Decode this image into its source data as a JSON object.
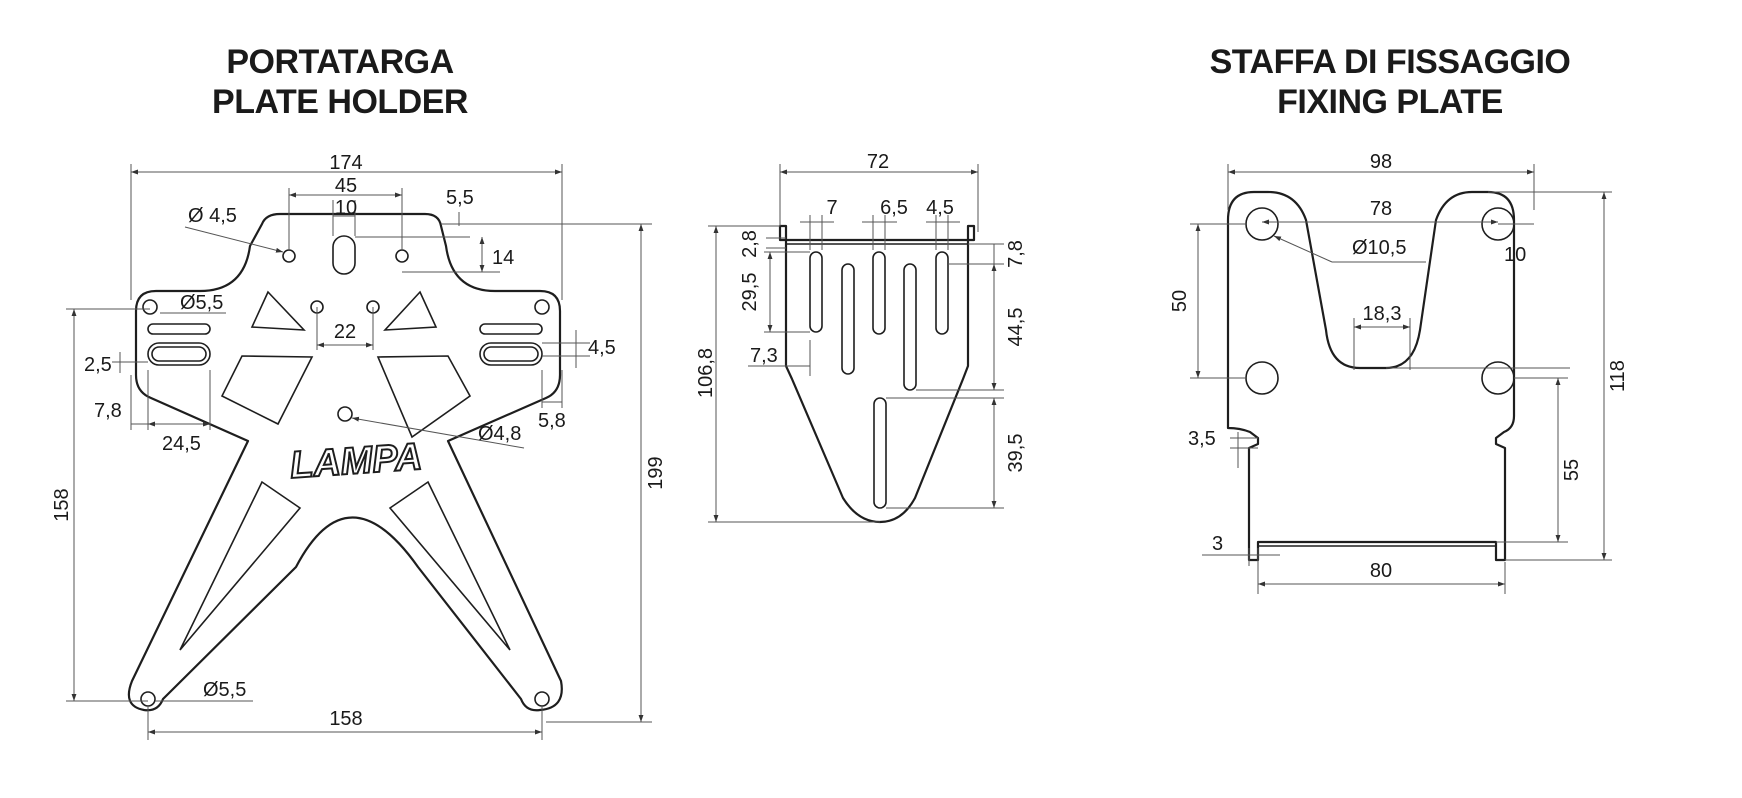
{
  "titles": {
    "left_line1": "PORTATARGA",
    "left_line2": "PLATE HOLDER",
    "right_line1": "STAFFA DI FISSAGGIO",
    "right_line2": "FIXING PLATE"
  },
  "logo": "LAMPA",
  "plate_holder": {
    "w174": "174",
    "w45": "45",
    "w10": "10",
    "d4_5": "Ø 4,5",
    "w5_5": "5,5",
    "h14": "14",
    "d5_5_top": "Ø5,5",
    "h2_5": "2,5",
    "w22": "22",
    "h4_5": "4,5",
    "w7_8": "7,8",
    "w24_5": "24,5",
    "d4_8": "Ø4,8",
    "w5_8": "5,8",
    "h158": "158",
    "h199": "199",
    "d5_5_bottom": "Ø5,5",
    "w158": "158"
  },
  "plate_side": {
    "w72": "72",
    "w7": "7",
    "w6_5": "6,5",
    "w4_5": "4,5",
    "h2_8": "2,8",
    "h29_5": "29,5",
    "h7_8": "7,8",
    "h44_5": "44,5",
    "w7_3": "7,3",
    "h106_8": "106,8",
    "h39_5": "39,5"
  },
  "fixing_plate": {
    "w98": "98",
    "w78": "78",
    "d10_5": "Ø10,5",
    "w10": "10",
    "h50": "50",
    "w18_3": "18,3",
    "h118": "118",
    "h3_5": "3,5",
    "h55": "55",
    "w3": "3",
    "w80": "80"
  }
}
